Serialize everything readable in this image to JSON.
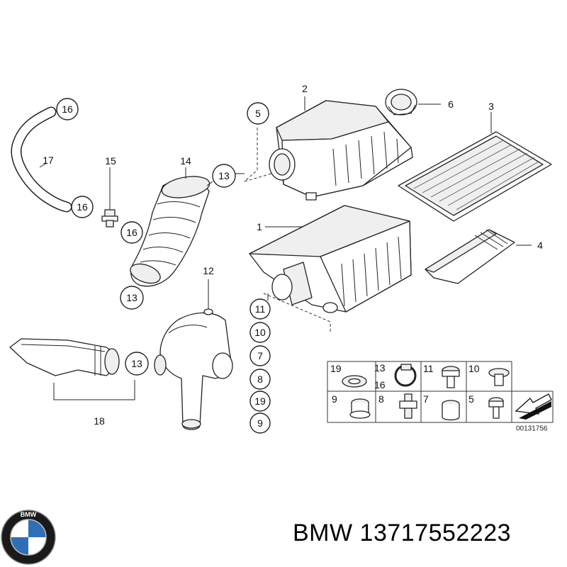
{
  "catalog_code": "00131756",
  "caption": "BMW 13717552223",
  "logo": {
    "text": "BMW",
    "colors": {
      "blue": "#2f6fb8",
      "white": "#ffffff",
      "ring": "#1a1a1a"
    }
  },
  "callouts": {
    "c1": "1",
    "c2": "2",
    "c3": "3",
    "c4": "4",
    "c5": "5",
    "c6": "6",
    "c12": "12",
    "c13a": "13",
    "c13b": "13",
    "c13c": "13",
    "c14": "14",
    "c15": "15",
    "c16a": "16",
    "c16b": "16",
    "c16c": "16",
    "c17": "17",
    "c18": "18"
  },
  "small_parts_column": [
    "11",
    "10",
    "7",
    "8",
    "19",
    "9"
  ],
  "legend": {
    "row1": [
      "19",
      "13",
      "16",
      "11",
      "10"
    ],
    "row2": [
      "9",
      "8",
      "7",
      "5"
    ]
  }
}
